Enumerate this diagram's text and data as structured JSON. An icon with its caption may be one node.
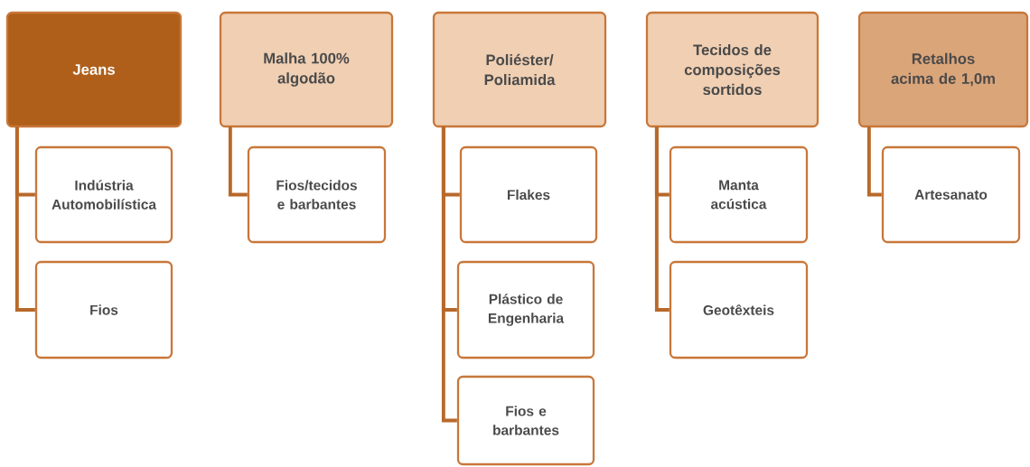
{
  "diagram": {
    "nodes": [
      {
        "text": [
          "Jeans"
        ]
      },
      {
        "text": [
          "Indústria Automobilística"
        ]
      },
      {
        "text": [
          "Fios"
        ]
      },
      {
        "text": [
          "Malha 100% algodão"
        ]
      },
      {
        "text": [
          "Fios/tecidos e barbantes"
        ]
      },
      {
        "text": [
          "Poliéster/ Poliamida"
        ]
      },
      {
        "text": [
          "Flakes"
        ]
      },
      {
        "text": [
          "Plástico de Engenharia"
        ]
      },
      {
        "text": [
          "Fios e barbantes"
        ]
      },
      {
        "text": [
          "Tecidos de composições sortidos"
        ]
      },
      {
        "text": [
          "Manta acústica"
        ]
      },
      {
        "text": [
          "Geotêxteis"
        ]
      },
      {
        "text": [
          "Retalhos acima de 1,0m"
        ]
      },
      {
        "text": [
          "Artesanato"
        ]
      }
    ],
    "edges": [
      {
        "from": 0,
        "to": 1,
        "arrow": "none"
      },
      {
        "from": 0,
        "to": 2,
        "arrow": "none"
      },
      {
        "from": 3,
        "to": 4,
        "arrow": "none"
      },
      {
        "from": 5,
        "to": 6,
        "arrow": "none"
      },
      {
        "from": 5,
        "to": 7,
        "arrow": "none"
      },
      {
        "from": 5,
        "to": 8,
        "arrow": "none"
      },
      {
        "from": 9,
        "to": 10,
        "arrow": "none"
      },
      {
        "from": 9,
        "to": 11,
        "arrow": "none"
      },
      {
        "from": 12,
        "to": 13,
        "arrow": "none"
      }
    ]
  }
}
